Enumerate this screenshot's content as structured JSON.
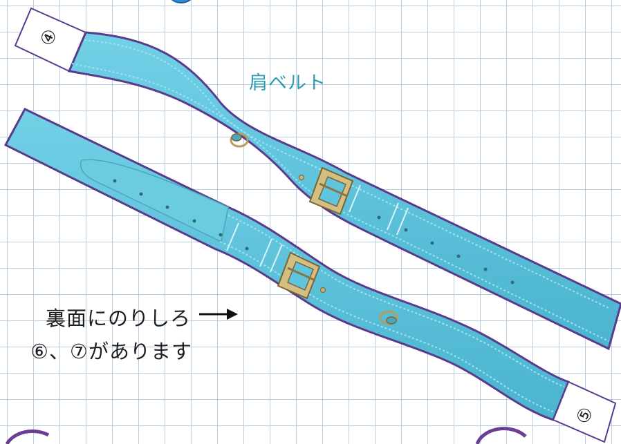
{
  "belt_label": "肩ベルト",
  "glue_note": {
    "line1": "裏面にのりしろ",
    "line2": "⑥、⑦があります"
  },
  "tabs": {
    "top_tab_number": "④",
    "bottom_tab_number": "⑤"
  },
  "colors": {
    "belt_fill": "#5fc4dd",
    "belt_outline": "#5a3a8c",
    "grid_line": "#b9cde3",
    "label_teal": "#2e9db0",
    "buckle_gold": "#b89b5e"
  },
  "icons": [
    "belt-buckle-icon",
    "ring-icon",
    "arrow-right-icon"
  ]
}
